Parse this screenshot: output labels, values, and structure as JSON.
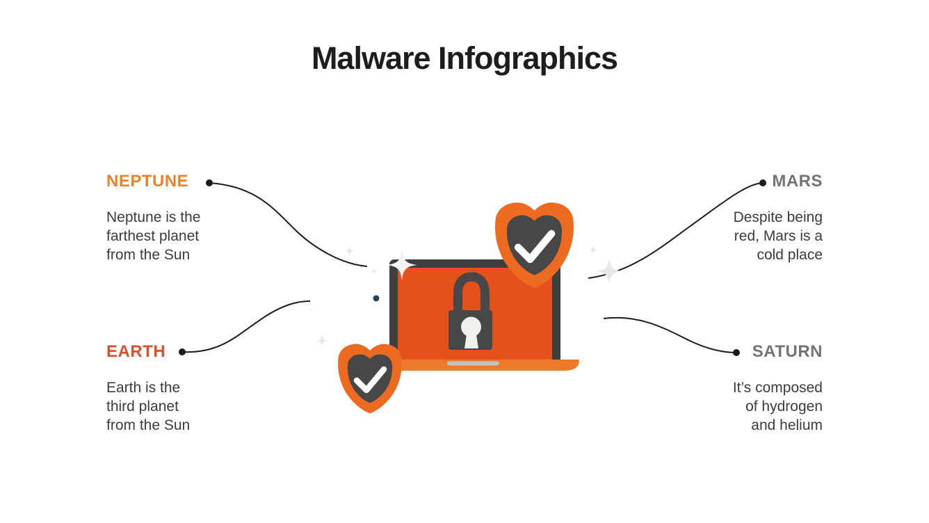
{
  "slide": {
    "title": "Malware Infographics"
  },
  "sections": {
    "neptune": {
      "label": "NEPTUNE",
      "lines": [
        "Neptune is the",
        "farthest planet",
        "from the Sun"
      ]
    },
    "mars": {
      "label": "MARS",
      "lines": [
        "Despite being",
        "red, Mars is a",
        "cold place"
      ]
    },
    "earth": {
      "label": "EARTH",
      "lines": [
        "Earth is the",
        "third planet",
        "from the Sun"
      ]
    },
    "saturn": {
      "label": "SATURN",
      "lines": [
        "It’s composed",
        "of hydrogen",
        "and helium"
      ]
    }
  },
  "illustration": {
    "description": "Laptop with a padlock on its orange screen, protected by two orange shield badges with white checkmarks, surrounded by sparkles",
    "icons": [
      "laptop-icon",
      "padlock-icon",
      "shield-check-icon-large",
      "shield-check-icon-small",
      "sparkle-icons",
      "blue-dot"
    ]
  },
  "colors": {
    "background": "#ffffff",
    "title_text": "#1d1d1d",
    "body_text": "#3c3c3c",
    "neptune_label": "#e8822c",
    "earth_label": "#dc4f2b",
    "mars_label": "#747474",
    "saturn_label": "#747474",
    "connector": "#1b1b1b",
    "bezel_gray": "#3e3e3e",
    "screen_orange": "#e5501d",
    "base_orange": "#ef7b2a",
    "trackpad_gray": "#c2c2c2",
    "shield_orange": "#ed6b21",
    "dark_gray": "#474747",
    "keyhole_white": "#f1f0ec",
    "sparkle_gray": "#e7e7e7",
    "sparkle_white": "#f3f3f1",
    "blue_dot": "#2b4265"
  }
}
